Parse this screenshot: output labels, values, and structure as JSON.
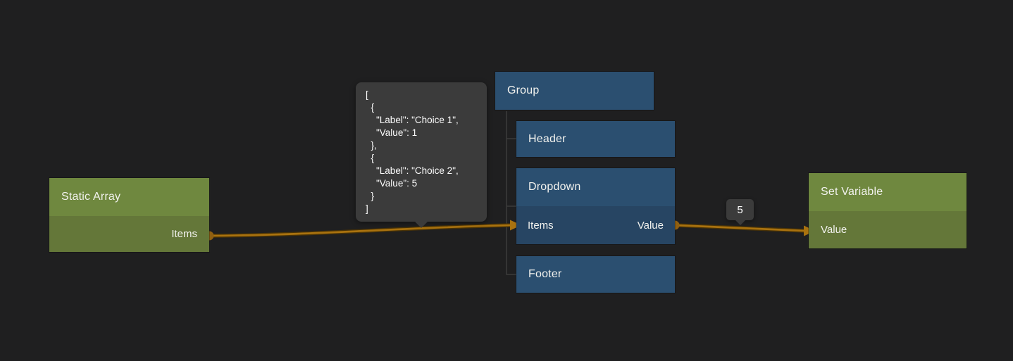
{
  "canvas": {
    "background_color": "#1f1f20",
    "wire_color": "#a9720f",
    "port_color": "#8f5f11",
    "connector_color": "#3b3b3b"
  },
  "nodes": {
    "static_array": {
      "title": "Static Array",
      "output_label": "Items",
      "header_color": "#6f883f",
      "body_color": "#647739"
    },
    "group": {
      "title": "Group",
      "color": "#2b4f70"
    },
    "header": {
      "title": "Header",
      "color": "#2b4f70"
    },
    "dropdown": {
      "title": "Dropdown",
      "input_label": "Items",
      "output_label": "Value",
      "header_color": "#2b4f70",
      "body_color": "#274563"
    },
    "footer": {
      "title": "Footer",
      "color": "#2b4f70"
    },
    "set_variable": {
      "title": "Set Variable",
      "input_label": "Value",
      "header_color": "#6f883f",
      "body_color": "#647739"
    }
  },
  "tooltips": {
    "items_preview": "[\n  {\n    \"Label\": \"Choice 1\",\n    \"Value\": 1\n  },\n  {\n    \"Label\": \"Choice 2\",\n    \"Value\": 5\n  }\n]",
    "value_preview": "5"
  }
}
